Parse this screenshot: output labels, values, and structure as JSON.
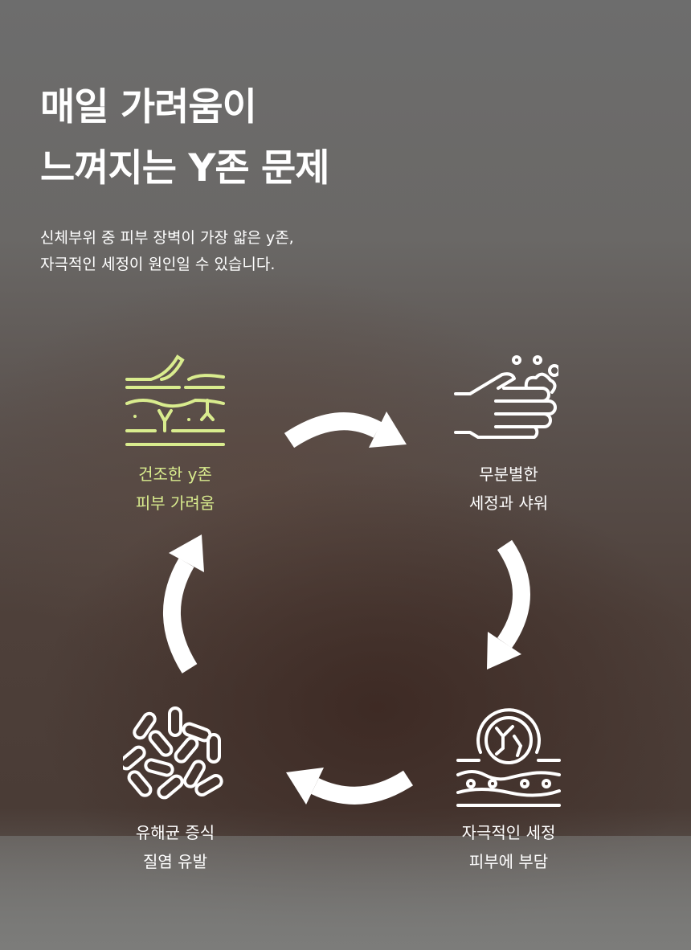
{
  "headline": {
    "line1": "매일 가려움이",
    "line2": "느껴지는 Y존 문제"
  },
  "subtitle": {
    "line1": "신체부위 중 피부 장벽이 가장 얇은 y존,",
    "line2": "자극적인 세정이 원인일 수 있습니다."
  },
  "cycle": [
    {
      "icon": "dry-skin-icon",
      "line1": "건조한 y존",
      "line2": "피부 가려움",
      "color": "#d9ec8e"
    },
    {
      "icon": "hand-washing-icon",
      "line1": "무분별한",
      "line2": "세정과 샤워",
      "color": "#ffffff"
    },
    {
      "icon": "skin-irritation-icon",
      "line1": "자극적인 세정",
      "line2": "피부에 부담",
      "color": "#ffffff"
    },
    {
      "icon": "bacteria-icon",
      "line1": "유해균 증식",
      "line2": "질염 유발",
      "color": "#ffffff"
    }
  ]
}
